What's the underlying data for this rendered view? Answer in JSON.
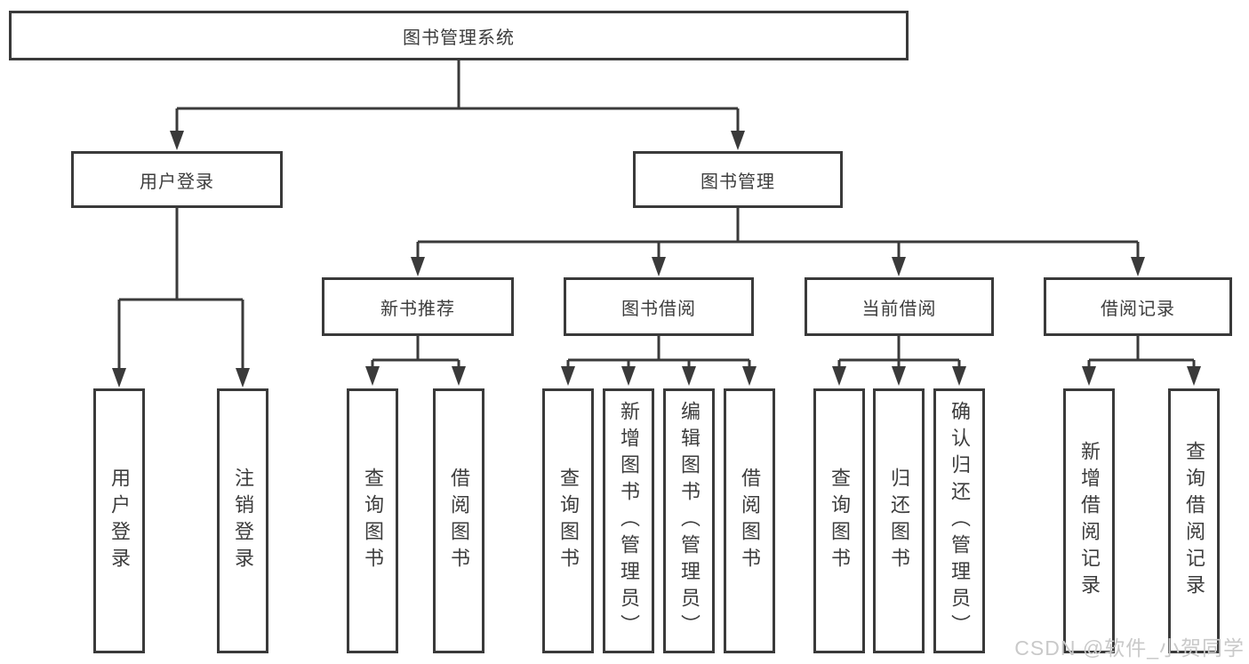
{
  "colors": {
    "line": "#3a3a3a",
    "box_border": "#3a3a3a",
    "box_fill": "#ffffff",
    "text": "#3d3d3d",
    "watermark": "#c9c9c9",
    "background": "#ffffff"
  },
  "watermark": "CSDN @软件_小贺同学",
  "tree": {
    "label": "图书管理系统",
    "children": [
      {
        "label": "用户登录",
        "children": [
          {
            "label": "用户登录"
          },
          {
            "label": "注销登录"
          }
        ]
      },
      {
        "label": "图书管理",
        "children": [
          {
            "label": "新书推荐",
            "children": [
              {
                "label": "查询图书"
              },
              {
                "label": "借阅图书"
              }
            ]
          },
          {
            "label": "图书借阅",
            "children": [
              {
                "label": "查询图书"
              },
              {
                "label": "新增图书（管理员）"
              },
              {
                "label": "编辑图书（管理员）"
              },
              {
                "label": "借阅图书"
              }
            ]
          },
          {
            "label": "当前借阅",
            "children": [
              {
                "label": "查询图书"
              },
              {
                "label": "归还图书"
              },
              {
                "label": "确认归还（管理员）"
              }
            ]
          },
          {
            "label": "借阅记录",
            "children": [
              {
                "label": "新增借阅记录"
              },
              {
                "label": "查询借阅记录"
              }
            ]
          }
        ]
      }
    ]
  }
}
